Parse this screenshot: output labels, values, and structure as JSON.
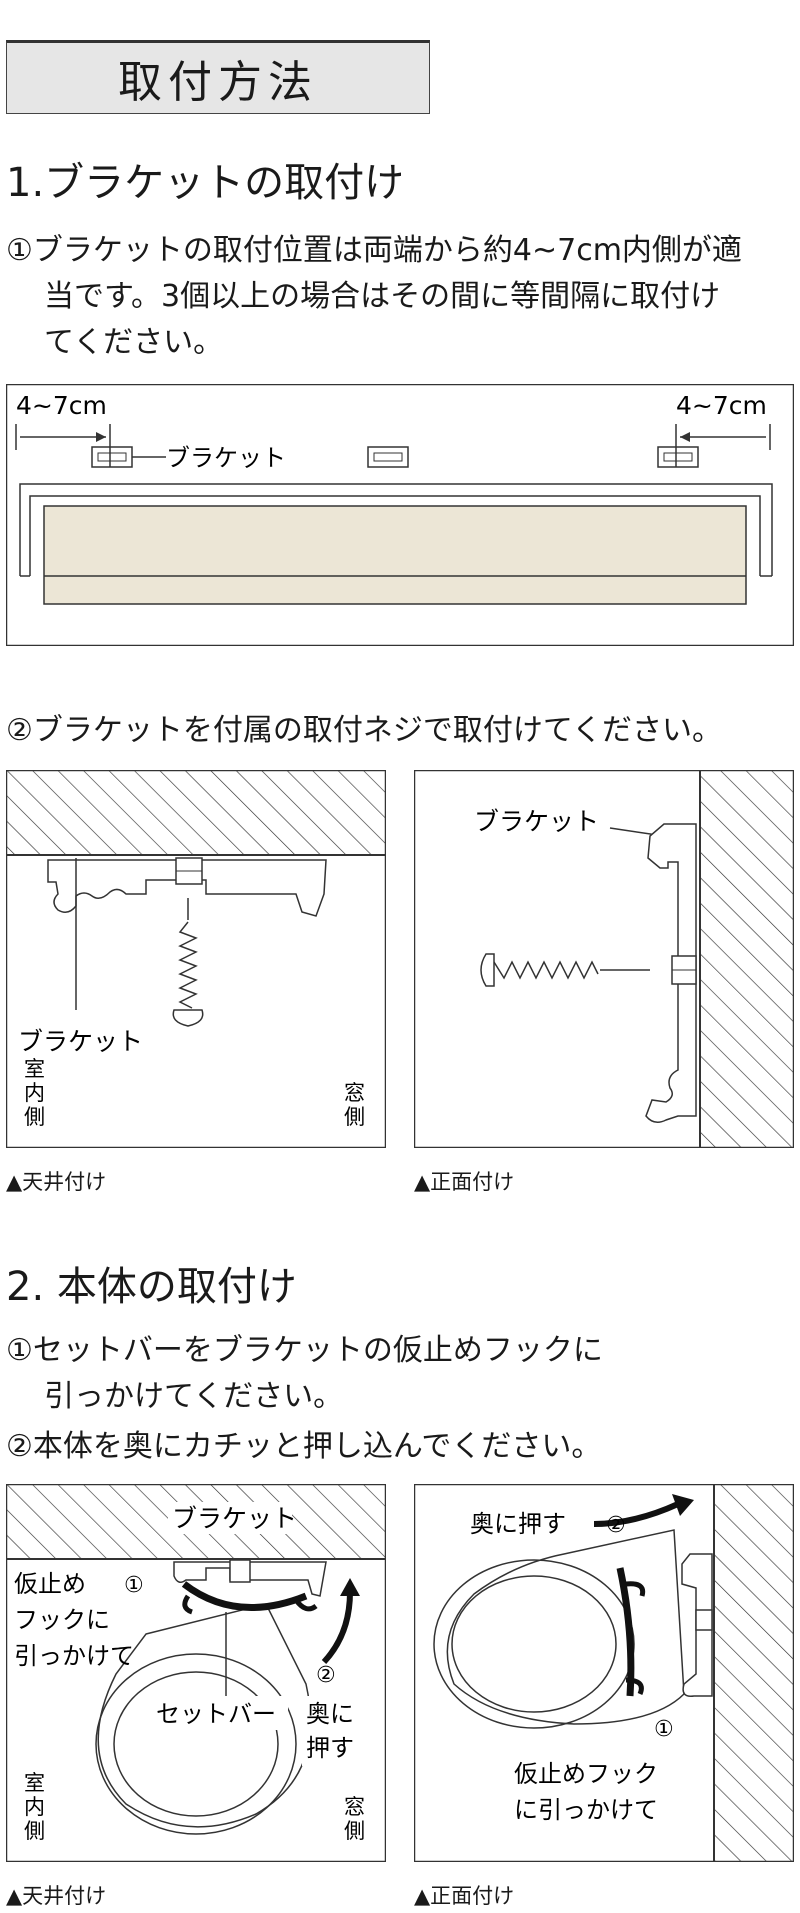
{
  "header": {
    "title": "取付方法"
  },
  "section1": {
    "heading": "1.ブラケットの取付け",
    "step1_line1": "①ブラケットの取付位置は両端から約4~7cm内側が適",
    "step1_line2": "当です。3個以上の場合はその間に等間隔に取付け",
    "step1_line3": "てください。",
    "diagram1": {
      "dim_left": "4~7cm",
      "dim_right": "4~7cm",
      "bracket_label": "ブラケット"
    },
    "step2": "②ブラケットを付属の取付ネジで取付けてください。",
    "diagram_ceiling": {
      "bracket_label": "ブラケット",
      "indoor": [
        "室",
        "内",
        "側"
      ],
      "window": [
        "窓",
        "側"
      ],
      "caption": "▲天井付け"
    },
    "diagram_front": {
      "bracket_label": "ブラケット",
      "caption": "▲正面付け"
    }
  },
  "section2": {
    "heading": "2. 本体の取付け",
    "step1_line1": "①セットバーをブラケットの仮止めフックに",
    "step1_line2": "引っかけてください。",
    "step2": "②本体を奥にカチッと押し込んでください。",
    "diagram_ceiling": {
      "bracket_label": "ブラケット",
      "hook_label": [
        "仮止め",
        "フックに",
        "引っかけて"
      ],
      "num1": "①",
      "num2": "②",
      "setbar_label": "セットバー",
      "push_label": [
        "奥に",
        "押す"
      ],
      "indoor": [
        "室",
        "内",
        "側"
      ],
      "window": [
        "窓",
        "側"
      ],
      "caption": "▲天井付け"
    },
    "diagram_front": {
      "push_label": "奥に押す",
      "num1": "①",
      "num2": "②",
      "hook_label": [
        "仮止めフック",
        "に引っかけて"
      ],
      "caption": "▲正面付け"
    }
  },
  "colors": {
    "fabric": "#ece6d6",
    "title_bg": "#e6e6e6",
    "line": "#333333"
  }
}
